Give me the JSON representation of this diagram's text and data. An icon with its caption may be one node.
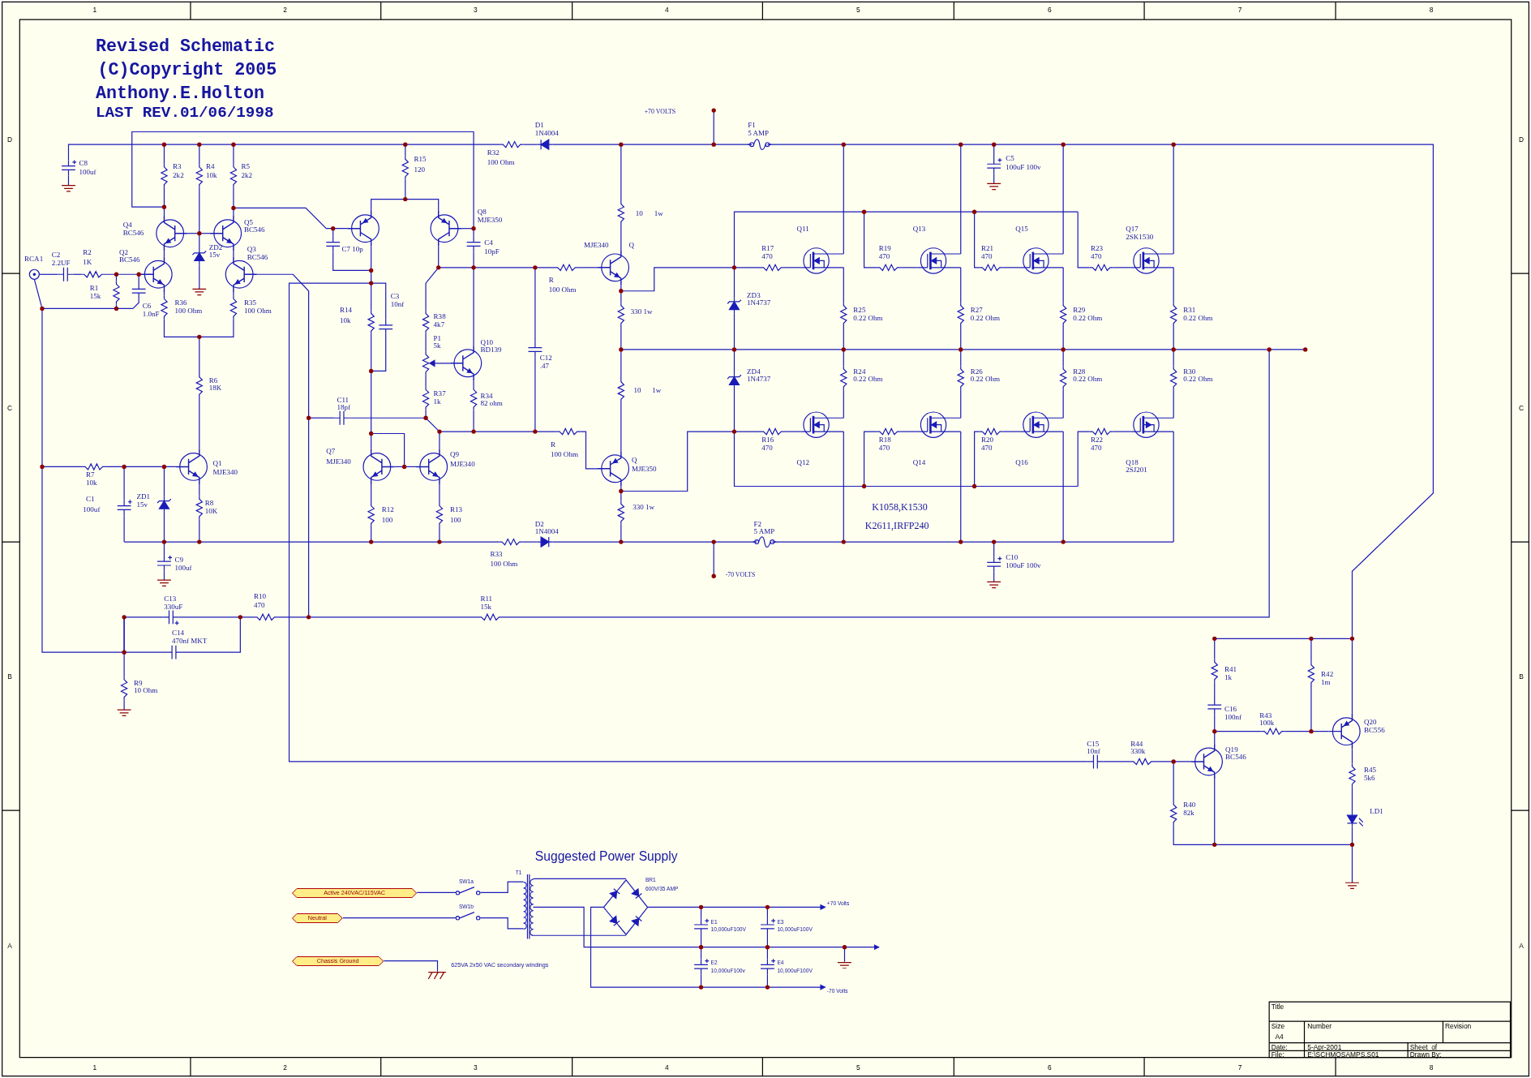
{
  "diagram": {
    "title": "Revised Schematic",
    "nodes": [
      {
        "text": [
          "Active 240VAC/115VAC"
        ]
      },
      {
        "text": [
          "Neutral"
        ]
      },
      {
        "text": [
          "Chassis Ground"
        ]
      },
      {
        "text": [
          "SW1a"
        ]
      },
      {
        "text": [
          "SW1b"
        ]
      },
      {
        "text": [],
        "shape": "ground"
      },
      {
        "text": [
          "+70 Volts"
        ]
      },
      {
        "text": [
          "-70 Volts"
        ]
      },
      {
        "text": [
          "T1"
        ]
      },
      {
        "text": [
          "BR1",
          "600V/35 AMP"
        ]
      },
      {
        "text": [],
        "shape": "ground"
      }
    ],
    "edges": [
      {
        "from": 0,
        "to": 3,
        "arrow": "none"
      },
      {
        "from": 1,
        "to": 4,
        "arrow": "none"
      },
      {
        "from": 2,
        "to": 5,
        "arrow": "none"
      },
      {
        "from": 9,
        "to": 6,
        "arrow": "to"
      },
      {
        "from": 9,
        "to": 7,
        "arrow": "to"
      },
      {
        "from": 3,
        "to": 8,
        "arrow": "none"
      },
      {
        "from": 4,
        "to": 8,
        "arrow": "none"
      },
      {
        "from": 8,
        "to": 9,
        "arrow": "none"
      },
      {
        "from": 8,
        "to": 9,
        "arrow": "none"
      },
      {
        "from": 8,
        "to": 10,
        "arrow": "none"
      }
    ],
    "labels": [
      "(C)Copyright 2005",
      "Anthony.E.Holton",
      "LAST REV.01/06/1998",
      "1",
      "2",
      "3",
      "4",
      "5",
      "6",
      "7",
      "8",
      "D",
      "D",
      "C",
      "C",
      "B",
      "B",
      "A",
      "A",
      "C8",
      "100uf",
      "R3",
      "2k2",
      "R4",
      "10k",
      "R5",
      "2k2",
      "R15",
      "120",
      "R32",
      "100 Ohm",
      "D1",
      "1N4004",
      "+70 VOLTS",
      "F1",
      "5 AMP",
      "C5",
      "100uF 100v",
      "Q4",
      "BC546",
      "Q5",
      "BC546",
      "C7 10p",
      "Q8",
      "MJE350",
      "C4",
      "10pF",
      "10",
      "1w",
      "Q11",
      "Q13",
      "Q15",
      "Q17",
      "2SK1530",
      "RCA1",
      "C2",
      "2.2UF",
      "R2",
      "1K",
      "Q2",
      "BC546",
      "ZD2",
      "15v",
      "Q3",
      "BC546",
      "MJE340",
      "Q",
      "R17",
      "470",
      "R19",
      "470",
      "R21",
      "470",
      "R23",
      "470",
      "R1",
      "15k",
      "C6",
      "1.0nF",
      "R36",
      "100 Ohm",
      "R35",
      "100 Ohm",
      "R",
      "100 Ohm",
      "C3",
      "10nf",
      "R14",
      "10k",
      "ZD3",
      "1N4737",
      "R38",
      "4k7",
      "330 1w",
      "R25",
      "0.22 Ohm",
      "R27",
      "0.22 Ohm",
      "R29",
      "0.22 Ohm",
      "R31",
      "0.22 Ohm",
      "P1",
      "5k",
      "Q10",
      "BD139",
      "C12",
      ".47",
      "R6",
      "18K",
      "ZD4",
      "1N4737",
      "R24",
      "0.22 Ohm",
      "R26",
      "0.22 Ohm",
      "R28",
      "0.22 Ohm",
      "R30",
      "0.22 Ohm",
      "10",
      "1w",
      "R37",
      "1k",
      "R34",
      "82 ohm",
      "C11",
      "18pf",
      "R16",
      "470",
      "R18",
      "470",
      "R20",
      "470",
      "R22",
      "470",
      "R",
      "100 Ohm",
      "Q7",
      "MJE340",
      "Q9",
      "MJE340",
      "Q1",
      "MJE340",
      "Q",
      "MJE350",
      "Q12",
      "Q14",
      "Q16",
      "Q18",
      "2SJ201",
      "R7",
      "10k",
      "C1",
      "100uf",
      "ZD1",
      "15v",
      "R8",
      "10K",
      "K1058,K1530",
      "330 1w",
      "R12",
      "100",
      "R13",
      "100",
      "D2",
      "1N4004",
      "F2",
      "5 AMP",
      "K2611,IRFP240",
      "R33",
      "100 Ohm",
      "C10",
      "100uF 100v",
      "C9",
      "100uf",
      "-70 VOLTS",
      "C13",
      "330uF",
      "R10",
      "470",
      "R11",
      "15k",
      "C14",
      "470nf MKT",
      "R9",
      "10 Ohm",
      "R41",
      "1k",
      "R42",
      "1m",
      "C16",
      "100nf",
      "R43",
      "100k",
      "Q20",
      "BC556",
      "C15",
      "10nf",
      "R44",
      "330k",
      "Q19",
      "BC546",
      "R45",
      "5k6",
      "R40",
      "82k",
      "LD1",
      "Suggested Power Supply",
      "E1",
      "10,000uF100V",
      "E3",
      "10,000uF100V",
      "625VA 2x50 VAC secondary windings",
      "E2",
      "10,000uF100v",
      "E4",
      "10,000uF100V",
      "Title",
      "Size",
      "Number",
      "Revision",
      "A4",
      "Date:",
      "5-Apr-2001",
      "Sheet",
      "of",
      "File:",
      "E:\\SCHMOSAMPS.S01",
      "Drawn By:",
      "1",
      "2",
      "3",
      "4",
      "5",
      "6",
      "7",
      "8"
    ]
  }
}
